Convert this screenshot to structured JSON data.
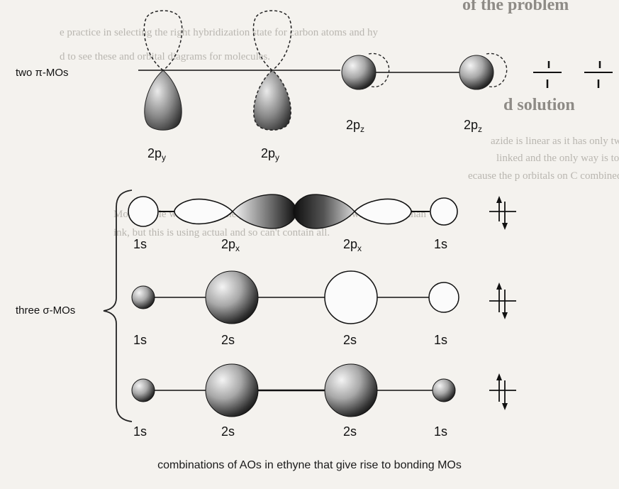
{
  "background": {
    "heading_1": "of the problem",
    "heading_2": "d solution",
    "lines_1": [
      "e practice in selecting the right hybridization state for carbon atoms and hy",
      "d to see these and orbital diagrams for molecules."
    ],
    "lines_2": [
      "azide is linear as it has only two C-H σ bonds and no lone pairs on C. The",
      "linked and the only way is to put the two π bonds orthogonal to each other.",
      "ecause the p orbitals on C combined as they can; σ bonds are themselves orth",
      "Most people would solve the problem in their head, knowing, rather, than",
      "ink, but this is using actual and so can't contain all."
    ]
  },
  "labels": {
    "pi_mos": "two π-MOs",
    "sigma_mos": "three σ-MOs"
  },
  "pi_row": {
    "left_orbitals": [
      {
        "name": "2p",
        "sub": "y"
      },
      {
        "name": "2p",
        "sub": "y"
      }
    ],
    "right_orbitals": [
      {
        "name": "2p",
        "sub": "z"
      },
      {
        "name": "2p",
        "sub": "z"
      }
    ]
  },
  "sigma_rows": [
    {
      "orbitals": [
        {
          "name": "1s",
          "sub": ""
        },
        {
          "name": "2p",
          "sub": "x"
        },
        {
          "name": "2p",
          "sub": "x"
        },
        {
          "name": "1s",
          "sub": ""
        }
      ]
    },
    {
      "orbitals": [
        {
          "name": "1s",
          "sub": ""
        },
        {
          "name": "2s",
          "sub": ""
        },
        {
          "name": "2s",
          "sub": ""
        },
        {
          "name": "1s",
          "sub": ""
        }
      ]
    },
    {
      "orbitals": [
        {
          "name": "1s",
          "sub": ""
        },
        {
          "name": "2s",
          "sub": ""
        },
        {
          "name": "2s",
          "sub": ""
        },
        {
          "name": "1s",
          "sub": ""
        }
      ]
    }
  ],
  "caption": "combinations of AOs in ethyne that give rise to bonding MOs"
}
